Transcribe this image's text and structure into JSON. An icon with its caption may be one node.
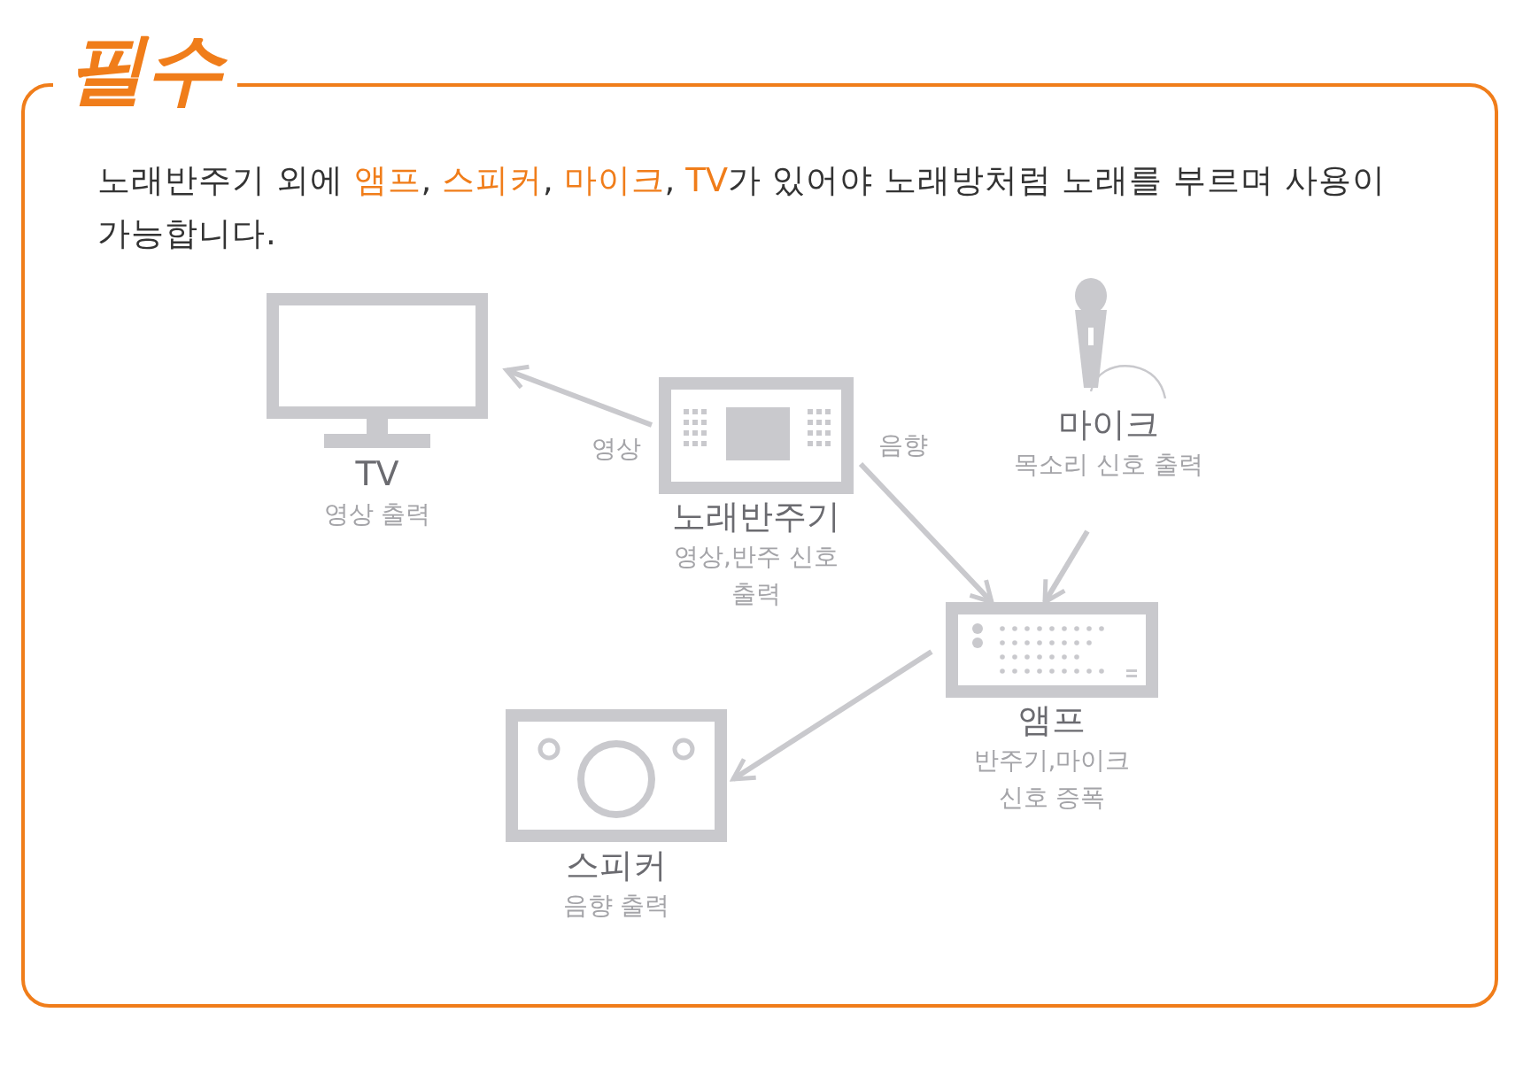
{
  "diagram": {
    "title": "필수",
    "nodes": [
      {
        "text": [
          "TV",
          "영상 출력"
        ]
      },
      {
        "text": [
          "노래반주기",
          "영상,반주 신호 출력"
        ]
      },
      {
        "text": [
          "마이크",
          "목소리 신호 출력"
        ]
      },
      {
        "text": [
          "앰프",
          "반주기,마이크 신호 증폭"
        ]
      },
      {
        "text": [
          "스피커",
          "음향 출력"
        ]
      }
    ],
    "edges": [
      {
        "from": 1,
        "to": 0,
        "arrow": "to",
        "label": "영상"
      },
      {
        "from": 1,
        "to": 3,
        "arrow": "to",
        "label": "음향"
      },
      {
        "from": 2,
        "to": 3,
        "arrow": "to"
      },
      {
        "from": 3,
        "to": 4,
        "arrow": "to"
      }
    ],
    "labels": [
      "노래반주기 외에  **앰프**, **스피커**, **마이크**, **TV**가 있어야 노래방처럼 노래를 부르며 사용이 가능합니다."
    ]
  }
}
